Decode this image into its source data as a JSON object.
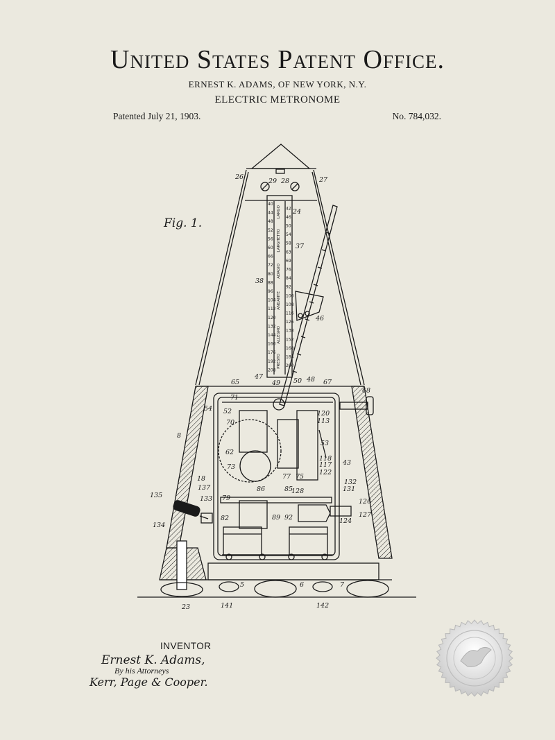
{
  "header": {
    "office_title": "United States Patent Office.",
    "inventor_line": "ERNEST K. ADAMS, OF NEW YORK, N.Y.",
    "invention_title": "ELECTRIC METRONOME",
    "patented_date": "Patented July 21, 1903.",
    "patent_number": "No. 784,032."
  },
  "figure": {
    "label": "Fig. 1.",
    "scale_marks": [
      "40",
      "42",
      "44",
      "46",
      "48",
      "50",
      "52",
      "54",
      "56",
      "58",
      "60",
      "63",
      "66",
      "69",
      "72",
      "76",
      "80",
      "84",
      "88",
      "92",
      "96",
      "100",
      "104",
      "108",
      "112",
      "116",
      "120",
      "126",
      "132",
      "138",
      "144",
      "152",
      "160",
      "168",
      "176",
      "184",
      "192",
      "200",
      "208"
    ],
    "scale_words": [
      "LARGO",
      "LARGHETTO",
      "ADAGIO",
      "ANDANTE",
      "ALLEGRO",
      "PRESTO"
    ],
    "reference_numerals": [
      "26",
      "29",
      "28",
      "27",
      "24",
      "37",
      "38",
      "46",
      "47",
      "49",
      "50",
      "48",
      "67",
      "65",
      "68",
      "71",
      "54",
      "52",
      "70",
      "120",
      "113",
      "53",
      "8",
      "62",
      "118",
      "117",
      "43",
      "122",
      "73",
      "77",
      "75",
      "18",
      "137",
      "132",
      "131",
      "86",
      "85",
      "128",
      "126",
      "127",
      "79",
      "135",
      "133",
      "82",
      "89",
      "92",
      "124",
      "134",
      "5",
      "6",
      "7",
      "23",
      "141",
      "142"
    ]
  },
  "signature": {
    "heading": "INVENTOR",
    "name": "Ernest K. Adams,",
    "by_attorneys": "By his Attorneys",
    "firm": "Kerr, Page & Cooper."
  }
}
